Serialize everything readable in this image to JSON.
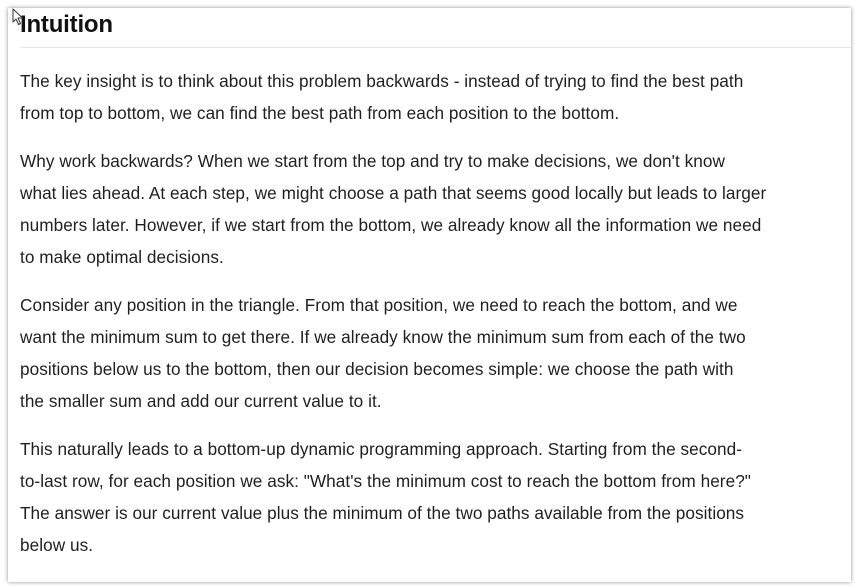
{
  "section": {
    "heading": "Intuition",
    "paragraphs": [
      {
        "lines": [
          "The key insight is to think about this problem backwards - instead of trying to find the best path",
          "from top to bottom, we can find the best path from each position to the bottom."
        ]
      },
      {
        "lines": [
          "Why work backwards? When we start from the top and try to make decisions, we don't know",
          "what lies ahead. At each step, we might choose a path that seems good locally but leads to larger",
          "numbers later. However, if we start from the bottom, we already know all the information we need",
          "to make optimal decisions."
        ]
      },
      {
        "lines": [
          "Consider any position in the triangle. From that position, we need to reach the bottom, and we",
          "want the minimum sum to get there. If we already know the minimum sum from each of the two",
          "positions below us to the bottom, then our decision becomes simple: we choose the path with",
          "the smaller sum and add our current value to it."
        ]
      },
      {
        "lines": [
          "This naturally leads to a bottom-up dynamic programming approach. Starting from the second-",
          "to-last row, for each position we ask: \"What's the minimum cost to reach the bottom from here?\"",
          "The answer is our current value plus the minimum of the two paths available from the positions",
          "below us."
        ]
      }
    ]
  }
}
